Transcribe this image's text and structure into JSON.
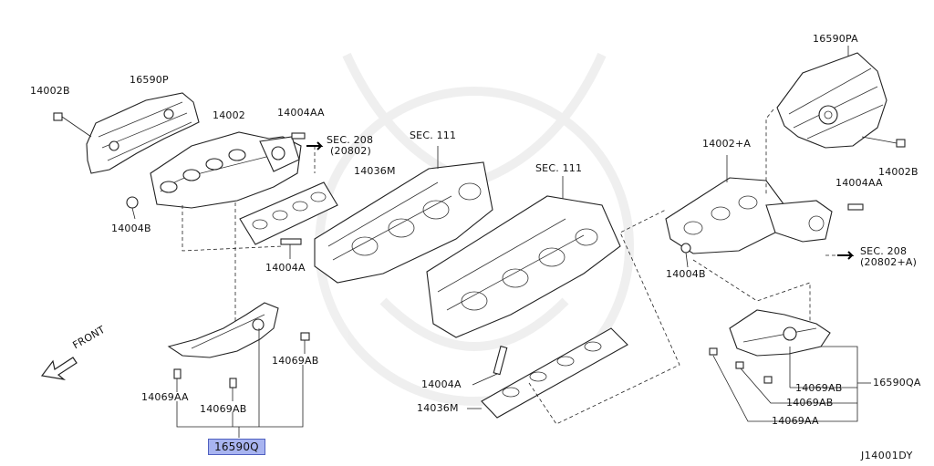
{
  "labels": {
    "p16590P": "16590P",
    "p14002B_left": "14002B",
    "p14002": "14002",
    "p14004AA_top": "14004AA",
    "p14004B_left": "14004B",
    "sec208_left": "SEC. 208",
    "sec208_left_sub": "(20802)",
    "p14036M_top": "14036M",
    "sec111_a": "SEC. 111",
    "sec111_b": "SEC. 111",
    "p14004A_mid": "14004A",
    "p16590PA": "16590PA",
    "p14002A": "14002+A",
    "p14002B_right": "14002B",
    "p14004AA_right": "14004AA",
    "sec208_right": "SEC. 208",
    "sec208_right_sub": "(20802+A)",
    "p14004B_right": "14004B",
    "front": "FRONT",
    "p14069AB_a": "14069AB",
    "p14069AA_left": "14069AA",
    "p14069AB_b": "14069AB",
    "p16590Q": "16590Q",
    "p14004A_low": "14004A",
    "p14036M_low": "14036M",
    "p14069AB_c": "14069AB",
    "p14069AB_d": "14069AB",
    "p14069AA_right": "14069AA",
    "p16590QA": "16590QA",
    "diagram_code": "J14001DY"
  }
}
